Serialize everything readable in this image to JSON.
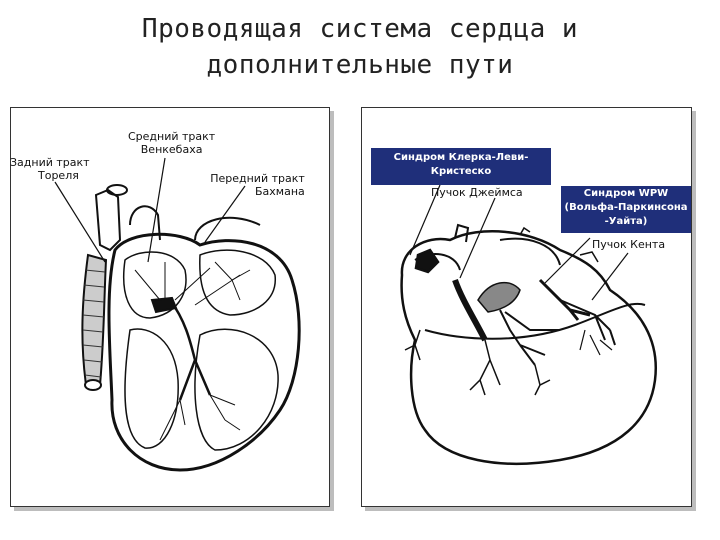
{
  "title": {
    "line1": "Проводящая система сердца и",
    "line2": "дополнительные пути"
  },
  "left_panel": {
    "posterior_tract": {
      "line1": "Задний тракт",
      "line2": "Тореля"
    },
    "middle_tract": {
      "line1": "Средний тракт",
      "line2": "Венкебаха"
    },
    "anterior_tract": {
      "line1": "Передний тракт",
      "line2": "Бахмана"
    }
  },
  "right_panel": {
    "clerc_syndrome": {
      "line1": "Синдром Клерка-Леви-",
      "line2": "Кристеско"
    },
    "james_bundle": "Пучок Джеймса",
    "wpw_syndrome": {
      "line1": "Синдром WPW",
      "line2": "(Вольфа-Паркинсона",
      "line3": "-Уайта)"
    },
    "kent_bundle": "Пучок Кента"
  },
  "colors": {
    "box_fill": "#1f2f7a",
    "box_text": "#ffffff",
    "title": "#222222"
  }
}
